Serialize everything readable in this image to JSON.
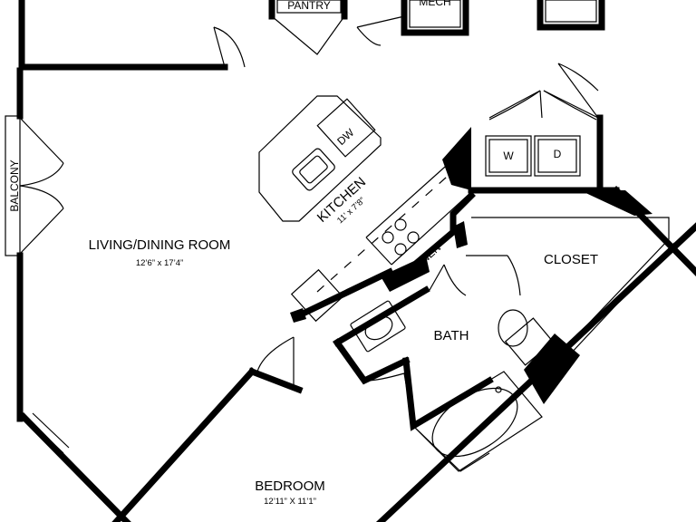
{
  "plan": {
    "rooms": {
      "living": {
        "name": "LIVING/DINING ROOM",
        "dim": "12’6” x 17’4”"
      },
      "kitchen": {
        "name": "KITCHEN",
        "dim": "11’ x 7’8”"
      },
      "bedroom": {
        "name": "BEDROOM",
        "dim": "12’11” X 11’1”"
      },
      "bath": {
        "name": "BATH"
      },
      "closet": {
        "name": "CLOSET"
      },
      "linen": {
        "name": "LINEN"
      },
      "pantry": {
        "name": "PANTRY"
      },
      "mech": {
        "name": "MECH"
      },
      "balcony": {
        "name": "BALCONY"
      }
    },
    "appliances": {
      "dishwasher": "DW",
      "washer": "W",
      "dryer": "D"
    }
  }
}
